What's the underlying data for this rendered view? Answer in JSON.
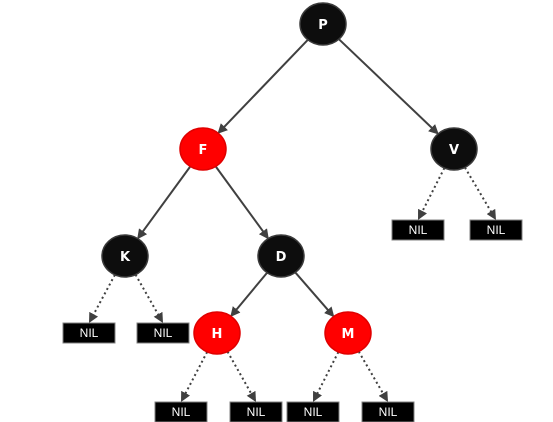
{
  "diagram": {
    "type": "red-black-tree",
    "colors": {
      "black": "#0d0d0d",
      "red": "#ff0000",
      "edge": "#404040",
      "nil_box": "#000000"
    },
    "nodes": [
      {
        "id": "P",
        "label": "P",
        "color": "black"
      },
      {
        "id": "F",
        "label": "F",
        "color": "red"
      },
      {
        "id": "V",
        "label": "V",
        "color": "black"
      },
      {
        "id": "K",
        "label": "K",
        "color": "black"
      },
      {
        "id": "D",
        "label": "D",
        "color": "black"
      },
      {
        "id": "H",
        "label": "H",
        "color": "red"
      },
      {
        "id": "M",
        "label": "M",
        "color": "red"
      }
    ],
    "edges": [
      {
        "from": "P",
        "to": "F"
      },
      {
        "from": "P",
        "to": "V"
      },
      {
        "from": "F",
        "to": "K"
      },
      {
        "from": "F",
        "to": "D"
      },
      {
        "from": "D",
        "to": "H"
      },
      {
        "from": "D",
        "to": "M"
      }
    ],
    "nil_label": "NIL",
    "nil_leaves": [
      {
        "parent": "V",
        "id": "nil-v-left"
      },
      {
        "parent": "V",
        "id": "nil-v-right"
      },
      {
        "parent": "K",
        "id": "nil-k-left"
      },
      {
        "parent": "K",
        "id": "nil-k-right"
      },
      {
        "parent": "H",
        "id": "nil-h-left"
      },
      {
        "parent": "H",
        "id": "nil-h-right"
      },
      {
        "parent": "M",
        "id": "nil-m-left"
      },
      {
        "parent": "M",
        "id": "nil-m-right"
      }
    ]
  }
}
